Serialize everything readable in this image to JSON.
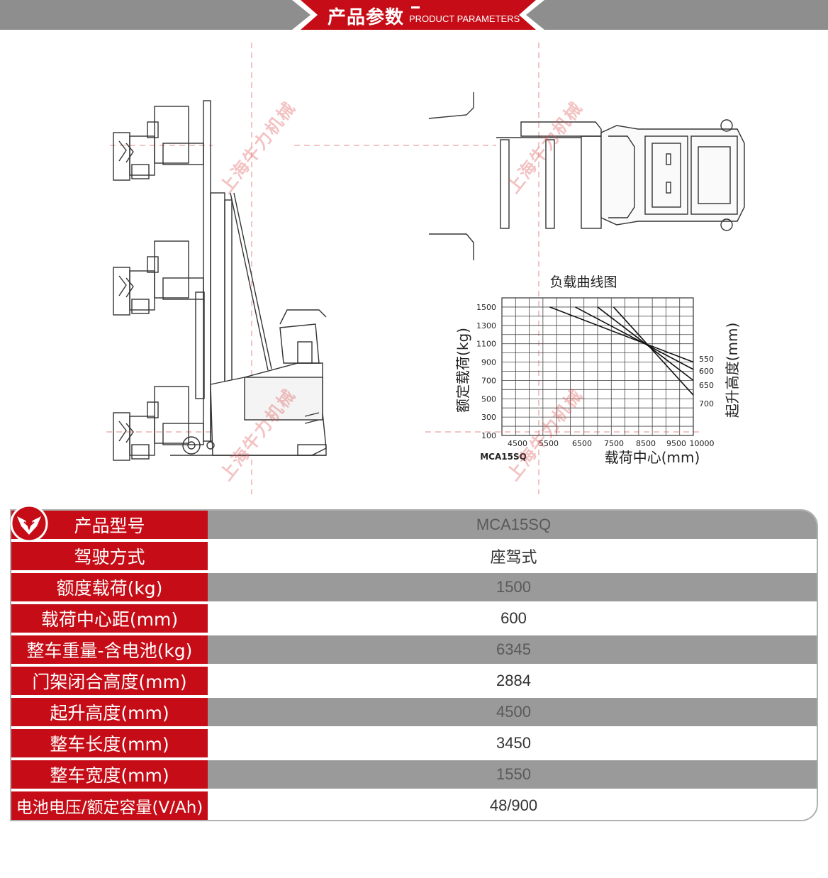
{
  "header": {
    "title": "产品参数",
    "subtitle": "PRODUCT PARAMETERS"
  },
  "watermark": "上海牛力机械",
  "chart_data": {
    "type": "line",
    "title": "负载曲线图",
    "xlabel": "载荷中心(mm)",
    "ylabel": "额定载荷(kg)",
    "y2label": "起升高度(mm)",
    "model_label": "MCA15SQ",
    "x_ticks": [
      "4500",
      "5500",
      "6500",
      "7500",
      "8500",
      "9500",
      "10000"
    ],
    "y_ticks": [
      "1500",
      "1300",
      "1100",
      "900",
      "700",
      "500",
      "300",
      "100"
    ],
    "series": [
      {
        "name": "550",
        "points": [
          [
            5500,
            1500
          ],
          [
            10000,
            900
          ]
        ]
      },
      {
        "name": "600",
        "points": [
          [
            6300,
            1500
          ],
          [
            10000,
            820
          ]
        ]
      },
      {
        "name": "650",
        "points": [
          [
            7000,
            1500
          ],
          [
            10000,
            700
          ]
        ]
      },
      {
        "name": "700",
        "points": [
          [
            7500,
            1500
          ],
          [
            10000,
            540
          ]
        ]
      }
    ]
  },
  "specs": [
    {
      "label": "产品型号",
      "value": "MCA15SQ"
    },
    {
      "label": "驾驶方式",
      "value": "座驾式"
    },
    {
      "label": "额度载荷(kg)",
      "value": "1500"
    },
    {
      "label": "载荷中心距(mm)",
      "value": "600"
    },
    {
      "label": "整车重量-含电池(kg)",
      "value": "6345"
    },
    {
      "label": "门架闭合高度(mm)",
      "value": "2884"
    },
    {
      "label": "起升高度(mm)",
      "value": "4500"
    },
    {
      "label": "整车长度(mm)",
      "value": "3450"
    },
    {
      "label": "整车宽度(mm)",
      "value": "1550"
    },
    {
      "label": "电池电压/额定容量(V/Ah)",
      "value": "48/900"
    }
  ],
  "colors": {
    "brand_red": "#c60c16",
    "header_gray": "#8e8e8e",
    "row_shade": "#9a9a9a"
  }
}
